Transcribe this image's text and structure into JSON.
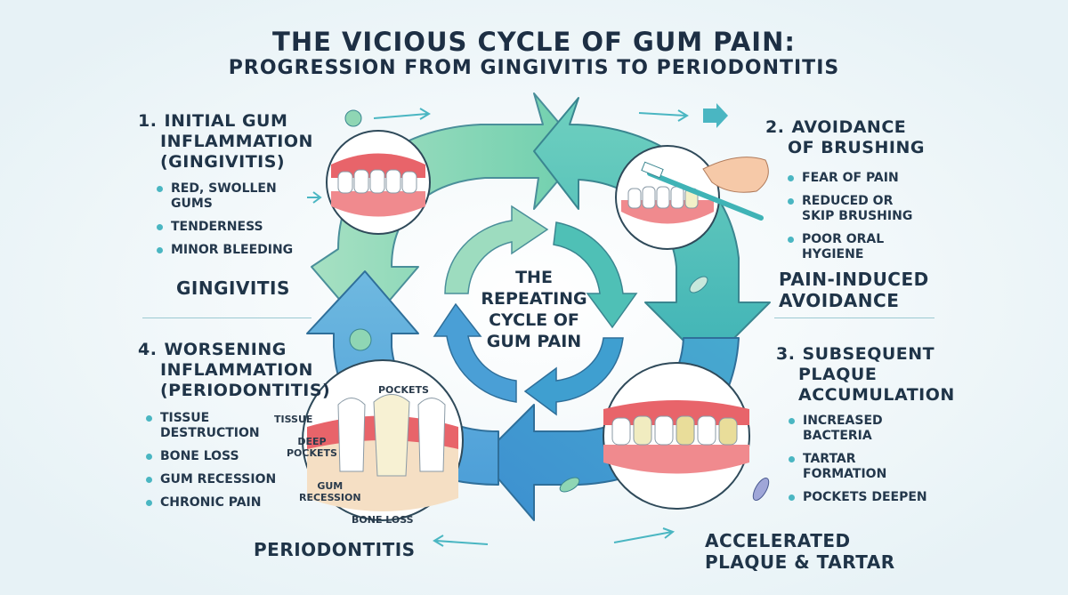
{
  "title": {
    "line1": "THE VICIOUS CYCLE OF GUM PAIN:",
    "line2": "PROGRESSION FROM GINGIVITIS TO PERIODONTITIS"
  },
  "center": {
    "line1": "THE",
    "line2": "REPEATING",
    "line3": "CYCLE OF",
    "line4": "GUM PAIN"
  },
  "stages": [
    {
      "number": "1.",
      "title_lines": [
        "INITIAL GUM",
        "INFLAMMATION",
        "(GINGIVITIS)"
      ],
      "points": [
        [
          "RED, SWOLLEN",
          "GUMS"
        ],
        [
          "TENDERNESS"
        ],
        [
          "MINOR BLEEDING"
        ]
      ],
      "footer": [
        "GINGIVITIS"
      ]
    },
    {
      "number": "2.",
      "title_lines": [
        "AVOIDANCE",
        "OF BRUSHING"
      ],
      "points": [
        [
          "FEAR OF PAIN"
        ],
        [
          "REDUCED OR",
          "SKIP BRUSHING"
        ],
        [
          "POOR ORAL",
          "HYGIENE"
        ]
      ],
      "footer": [
        "PAIN-INDUCED",
        "AVOIDANCE"
      ]
    },
    {
      "number": "3.",
      "title_lines": [
        "SUBSEQUENT",
        "PLAQUE",
        "ACCUMULATION"
      ],
      "points": [
        [
          "INCREASED",
          "BACTERIA"
        ],
        [
          "TARTAR",
          "FORMATION"
        ],
        [
          "POCKETS DEEPEN"
        ]
      ],
      "footer": [
        "ACCELERATED",
        "PLAQUE & TARTAR"
      ]
    },
    {
      "number": "4.",
      "title_lines": [
        "WORSENING",
        "INFLAMMATION",
        "(PERIODONTITIS)"
      ],
      "points": [
        [
          "TISSUE",
          "DESTRUCTION"
        ],
        [
          "BONE LOSS"
        ],
        [
          "GUM RECESSION"
        ],
        [
          "CHRONIC PAIN"
        ]
      ],
      "footer": [
        "PERIODONTITIS"
      ]
    }
  ],
  "diagram_labels": {
    "pockets": "POCKETS",
    "tissue": "TISSUE",
    "deep_pockets": [
      "DEEP",
      "POCKETS"
    ],
    "gum_recession": [
      "GUM",
      "RECESSION"
    ],
    "bone_loss": "BONE LOSS"
  },
  "colors": {
    "arrow_green": "#8fd6b4",
    "arrow_teal": "#5cc6bc",
    "arrow_blue": "#4a9fd6",
    "gum_red": "#e8646a",
    "text_dark": "#1f3448",
    "bullet": "#4ab6c2"
  }
}
